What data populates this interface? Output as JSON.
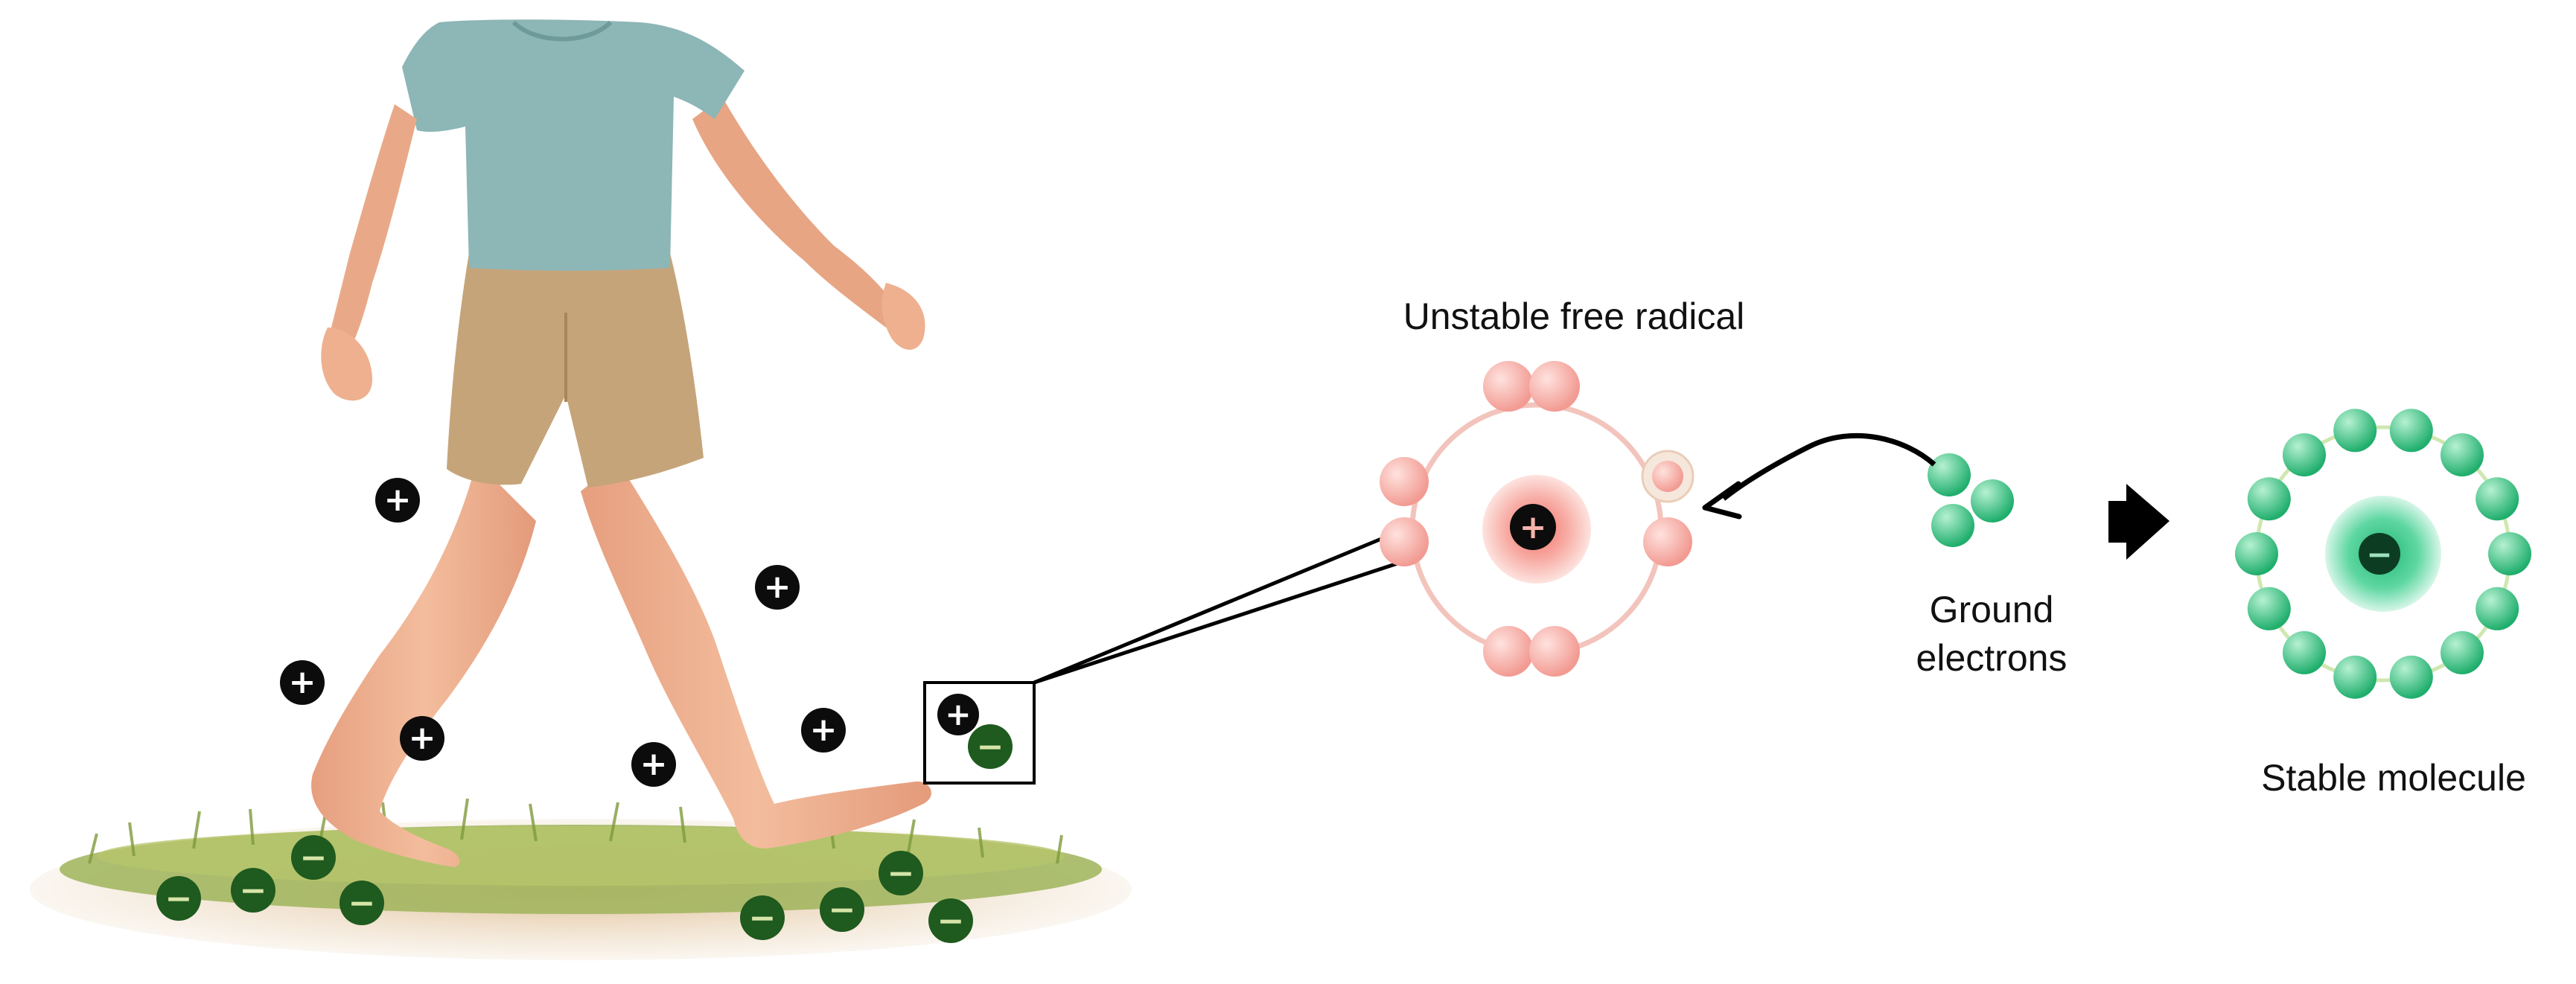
{
  "labels": {
    "unstable": "Unstable free radical",
    "ground": "Ground",
    "electrons": "electrons",
    "stable": "Stable molecule"
  },
  "symbols": {
    "plus": "+",
    "minus": "−"
  },
  "colors": {
    "positive_charge": "#0c0c0c",
    "negative_charge": "#1f5a1f",
    "radical_shell": "#f2aaa2",
    "radical_nucleus": "#f49b92",
    "radical_electron": "#f3a19a",
    "stable_shell": "#cfe7b0",
    "stable_nucleus": "#36c98d",
    "stable_electron": "#3ec486",
    "ground_electron": "#3fc08b",
    "skin": "#eeb08f",
    "shirt": "#8db6b6",
    "shorts": "#c6a47a",
    "grass": "#9fb45a",
    "soil": "#d8b48a",
    "arrow": "#000000"
  }
}
